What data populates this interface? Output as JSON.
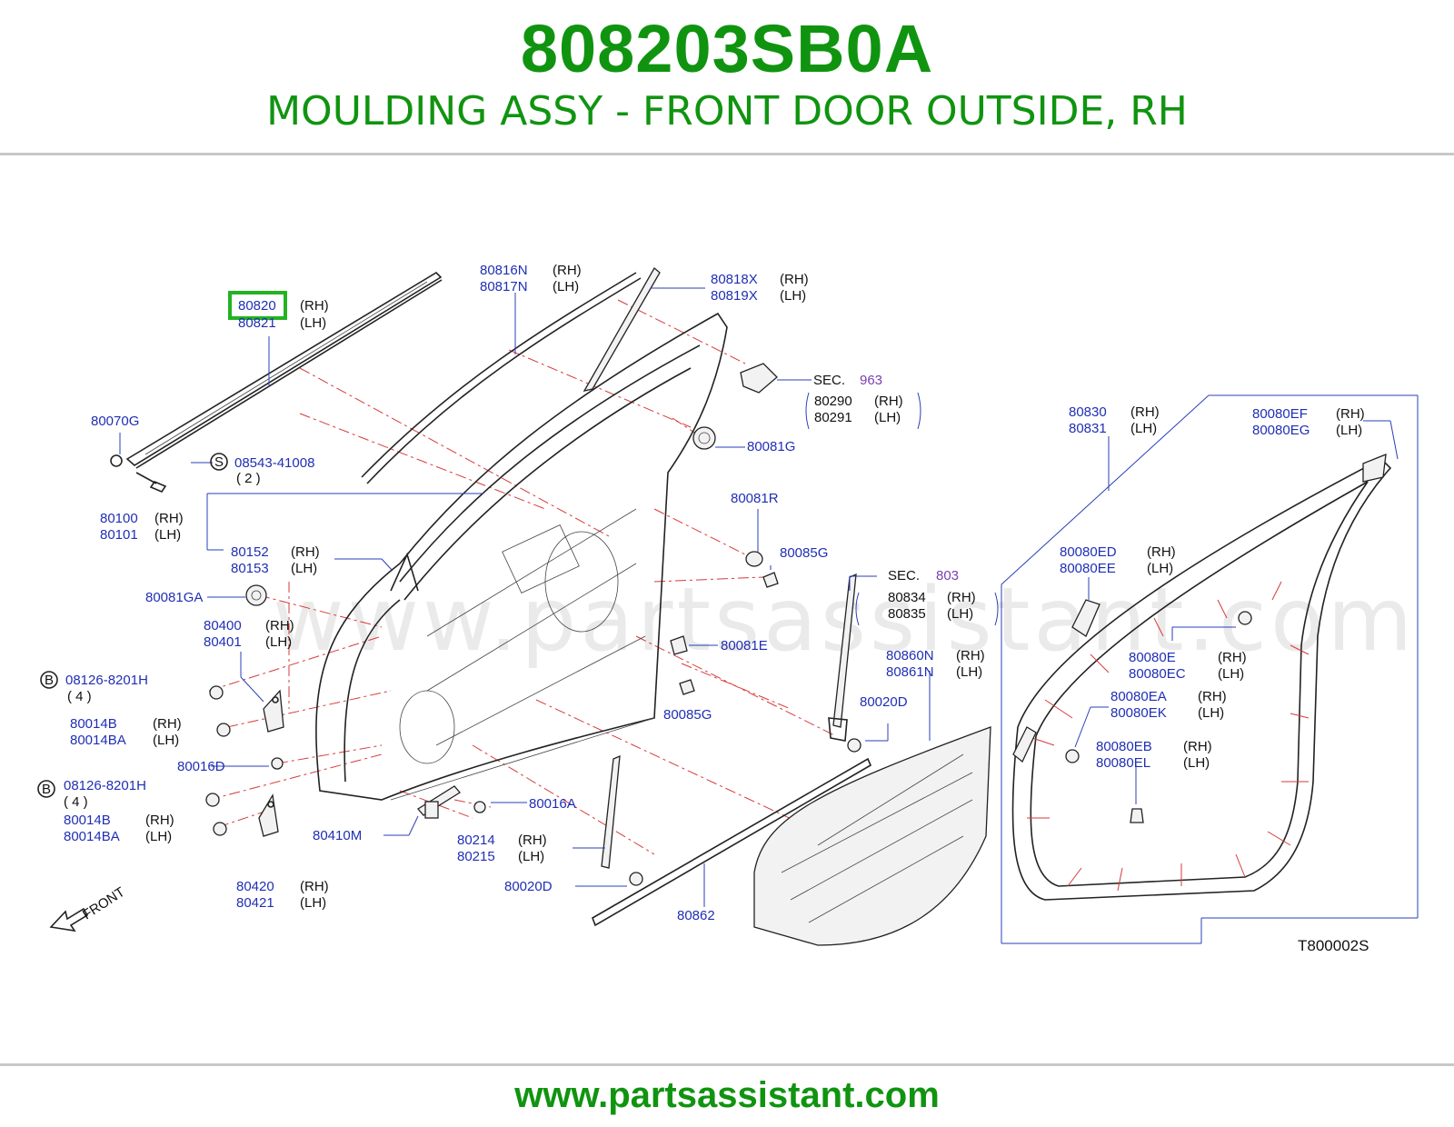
{
  "header": {
    "part_number": "808203SB0A",
    "description": "MOULDING ASSY - FRONT DOOR OUTSIDE, RH"
  },
  "footer": {
    "url": "www.partsassistant.com"
  },
  "watermark": "www.partsassistant.com",
  "colors": {
    "brand_green": "#109410",
    "callout_blue": "#1f2fb5",
    "highlight": "#22b322",
    "dash_red": "#d83a3a"
  },
  "diagram": {
    "code": "T800002S",
    "front_label": "FRONT",
    "labels": {
      "c80820": "80820",
      "c80820_rh": "(RH)",
      "c80821": "80821",
      "c80821_lh": "(LH)",
      "c80816n": "80816N",
      "c80816n_rh": "(RH)",
      "c80817n": "80817N",
      "c80817n_lh": "(LH)",
      "c80818x": "80818X",
      "c80818x_rh": "(RH)",
      "c80819x": "80819X",
      "c80819x_lh": "(LH)",
      "sec963": "SEC.",
      "sec963_num": "963",
      "c80290": "80290",
      "c80290_rh": "(RH)",
      "c80291": "80291",
      "c80291_lh": "(LH)",
      "c80081g": "80081G",
      "c80070g": "80070G",
      "s_mark": "S",
      "c08543": "08543-41008",
      "c08543_q": "( 2 )",
      "c80100": "80100",
      "c80100_rh": "(RH)",
      "c80101": "80101",
      "c80101_lh": "(LH)",
      "c80152": "80152",
      "c80152_rh": "(RH)",
      "c80153": "80153",
      "c80153_lh": "(LH)",
      "c80081r": "80081R",
      "c80085g_a": "80085G",
      "c80081ga": "80081GA",
      "c80400": "80400",
      "c80400_rh": "(RH)",
      "c80401": "80401",
      "c80401_lh": "(LH)",
      "c80081e": "80081E",
      "b_mark1": "B",
      "c08126_1": "08126-8201H",
      "c08126_1_q": "( 4 )",
      "c80014b_1": "80014B",
      "c80014b_1_rh": "(RH)",
      "c80014ba_1": "80014BA",
      "c80014ba_1_lh": "(LH)",
      "c80085g_b": "80085G",
      "c80016d": "80016D",
      "b_mark2": "B",
      "c08126_2": "08126-8201H",
      "c08126_2_q": "( 4 )",
      "c80014b_2": "80014B",
      "c80014b_2_rh": "(RH)",
      "c80014ba_2": "80014BA",
      "c80014ba_2_lh": "(LH)",
      "c80016a": "80016A",
      "c80410m": "80410M",
      "c80214": "80214",
      "c80214_rh": "(RH)",
      "c80215": "80215",
      "c80215_lh": "(LH)",
      "c80420": "80420",
      "c80420_rh": "(RH)",
      "c80421": "80421",
      "c80421_lh": "(LH)",
      "c80020d_a": "80020D",
      "c80020d_b": "80020D",
      "c80862": "80862",
      "sec803": "SEC.",
      "sec803_num": "803",
      "c80834": "80834",
      "c80834_rh": "(RH)",
      "c80835": "80835",
      "c80835_lh": "(LH)",
      "c80860n": "80860N",
      "c80860n_rh": "(RH)",
      "c80861n": "80861N",
      "c80861n_lh": "(LH)",
      "c80830": "80830",
      "c80830_rh": "(RH)",
      "c80831": "80831",
      "c80831_lh": "(LH)",
      "c80080ef": "80080EF",
      "c80080ef_rh": "(RH)",
      "c80080eg": "80080EG",
      "c80080eg_lh": "(LH)",
      "c80080ed": "80080ED",
      "c80080ed_rh": "(RH)",
      "c80080ee": "80080EE",
      "c80080ee_lh": "(LH)",
      "c80080e": "80080E",
      "c80080e_rh": "(RH)",
      "c80080ec": "80080EC",
      "c80080ec_lh": "(LH)",
      "c80080ea": "80080EA",
      "c80080ea_rh": "(RH)",
      "c80080ek": "80080EK",
      "c80080ek_lh": "(LH)",
      "c80080eb": "80080EB",
      "c80080eb_rh": "(RH)",
      "c80080el": "80080EL",
      "c80080el_lh": "(LH)"
    }
  }
}
